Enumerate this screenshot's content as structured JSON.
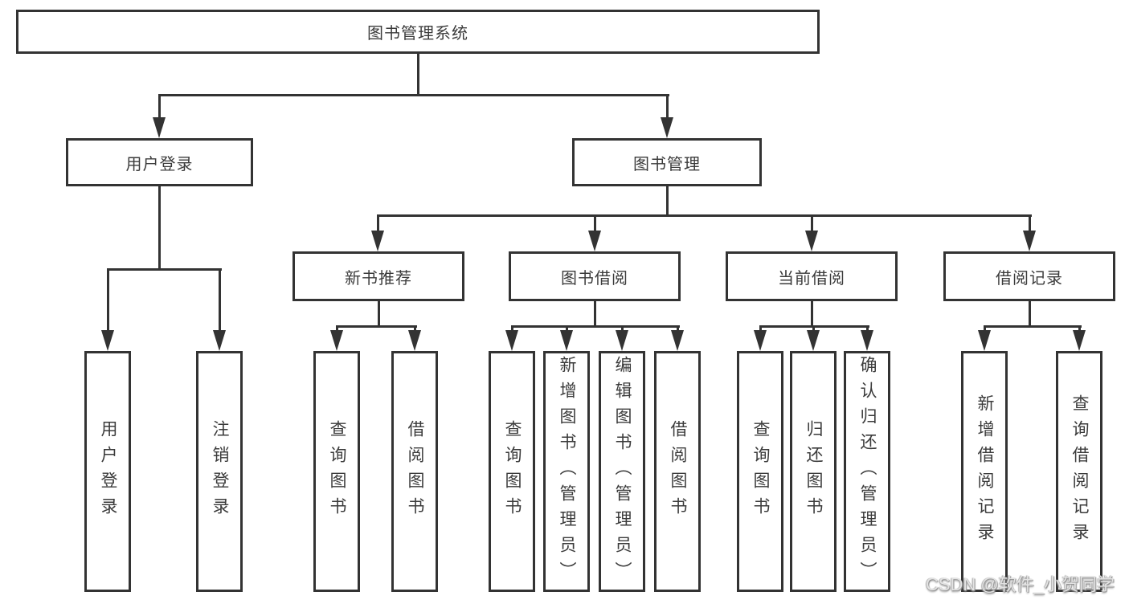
{
  "tree": {
    "root": {
      "label": "图书管理系统"
    },
    "level2": [
      {
        "label": "用户登录",
        "children": [
          {
            "label": "用户登录"
          },
          {
            "label": "注销登录"
          }
        ]
      },
      {
        "label": "图书管理"
      }
    ],
    "level3": [
      {
        "label": "新书推荐",
        "children": [
          {
            "label": "查询图书"
          },
          {
            "label": "借阅图书"
          }
        ]
      },
      {
        "label": "图书借阅",
        "children": [
          {
            "label": "查询图书"
          },
          {
            "label": "新增图书（管理员）"
          },
          {
            "label": "编辑图书（管理员）"
          },
          {
            "label": "借阅图书"
          }
        ]
      },
      {
        "label": "当前借阅",
        "children": [
          {
            "label": "查询图书"
          },
          {
            "label": "归还图书"
          },
          {
            "label": "确认归还（管理员）"
          }
        ]
      },
      {
        "label": "借阅记录",
        "children": [
          {
            "label": "新增借阅记录"
          },
          {
            "label": "查询借阅记录"
          }
        ]
      }
    ]
  },
  "watermark": {
    "text": "CSDN @软件_小贺同学"
  }
}
